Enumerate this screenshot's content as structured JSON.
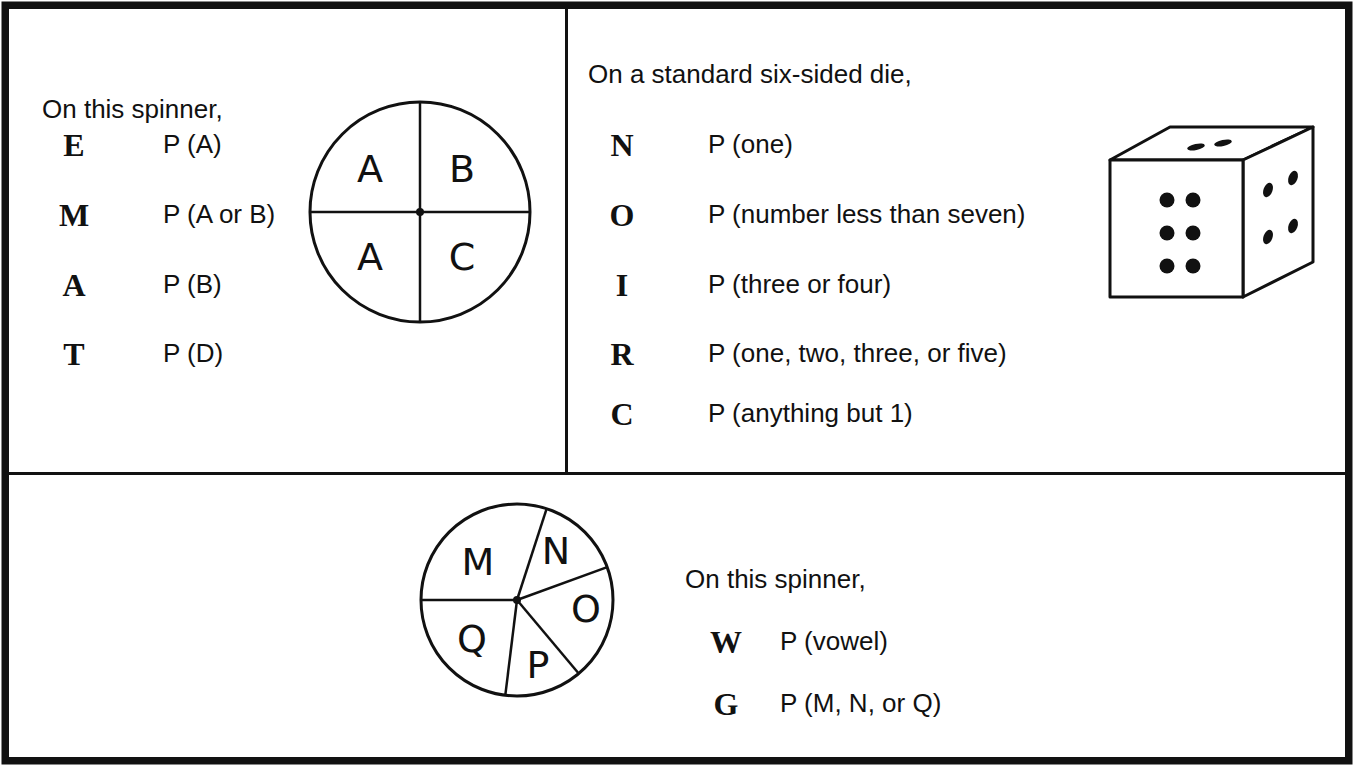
{
  "diagram": {
    "nodes": [
      {
        "text": [
          "On this spinner,",
          "E",
          "P (A)",
          "M",
          "P (A or B)",
          "A",
          "P (B)",
          "T",
          "P (D)"
        ]
      },
      {
        "text": [
          "A",
          "B",
          "A",
          "C"
        ],
        "in": 0
      },
      {
        "text": [
          "On a standard six-sided die,",
          "N",
          "P (one)",
          "O",
          "P (number less than seven)",
          "I",
          "P (three or four)",
          "R",
          "P (one, two, three, or five)",
          "C",
          "P (anything but 1)"
        ]
      },
      {
        "text": [
          "On this spinner,",
          "W",
          "P (vowel)",
          "G",
          "P (M, N, or Q)"
        ]
      },
      {
        "text": [
          "M",
          "N",
          "O",
          "Q",
          "P"
        ],
        "in": 3
      }
    ]
  }
}
